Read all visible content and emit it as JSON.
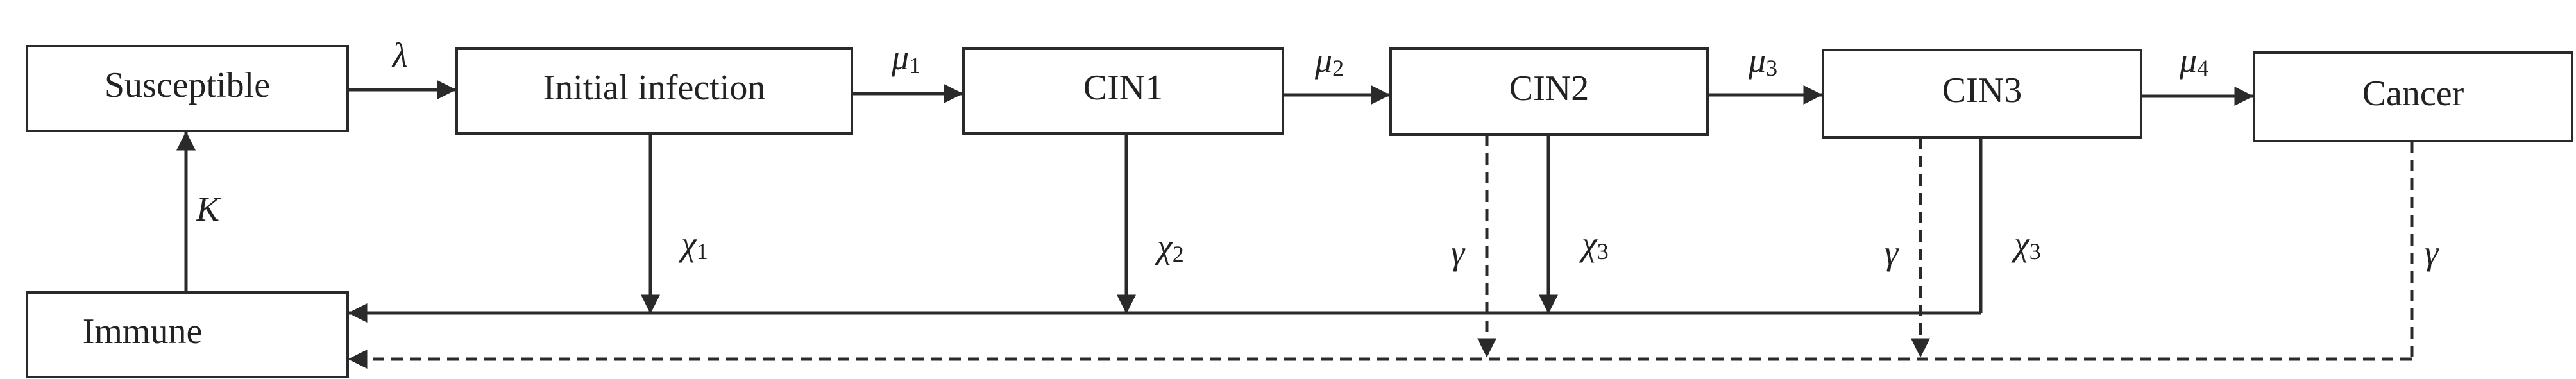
{
  "states": {
    "susceptible": "Susceptible",
    "initial_infection": "Initial infection",
    "cin1": "CIN1",
    "cin2": "CIN2",
    "cin3": "CIN3",
    "cancer": "Cancer",
    "immune": "Immune"
  },
  "rates": {
    "lambda": "λ",
    "mu": "μ",
    "mu1_sub": "1",
    "mu2_sub": "2",
    "mu3_sub": "3",
    "mu4_sub": "4",
    "chi": "χ",
    "chi1_sub": "1",
    "chi2_sub": "2",
    "chi3a_sub": "3",
    "chi3b_sub": "3",
    "gamma": "γ",
    "k": "K"
  }
}
